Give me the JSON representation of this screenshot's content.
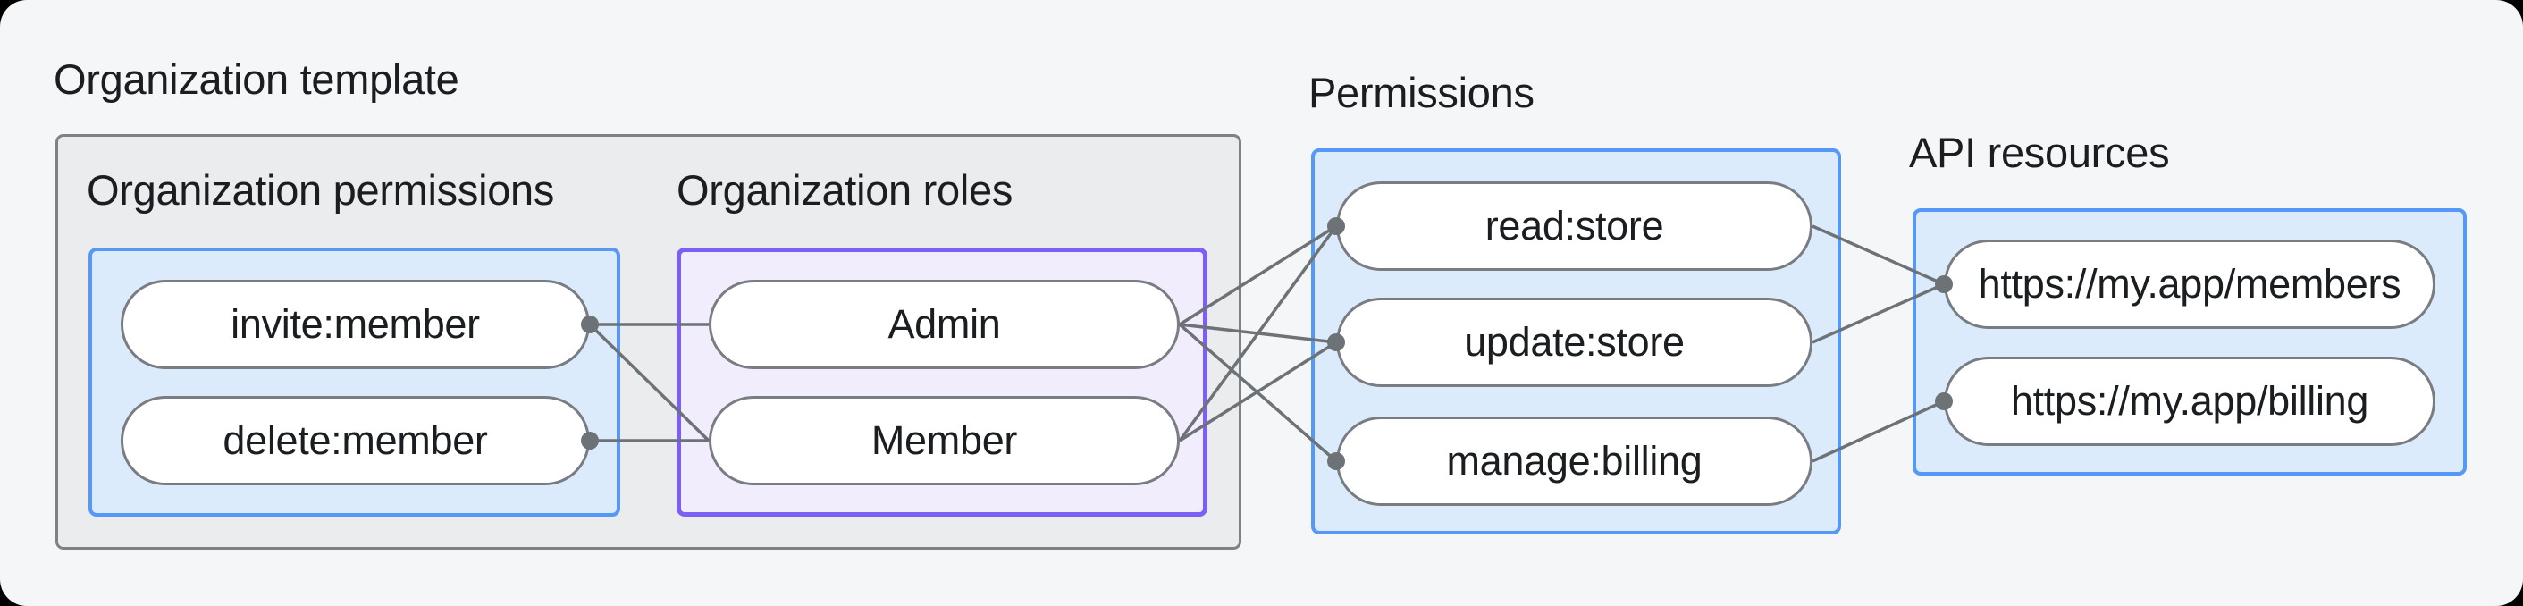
{
  "org_template": {
    "title": "Organization template",
    "permissions_section": {
      "title": "Organization permissions",
      "nodes": [
        {
          "label": "invite:member"
        },
        {
          "label": "delete:member"
        }
      ]
    },
    "roles_section": {
      "title": "Organization roles",
      "nodes": [
        {
          "label": "Admin"
        },
        {
          "label": "Member"
        }
      ]
    }
  },
  "permissions": {
    "title": "Permissions",
    "nodes": [
      {
        "label": "read:store"
      },
      {
        "label": "update:store"
      },
      {
        "label": "manage:billing"
      }
    ]
  },
  "api_resources": {
    "title": "API resources",
    "nodes": [
      {
        "label": "https://my.app/members"
      },
      {
        "label": "https://my.app/billing"
      }
    ]
  },
  "edges": [
    {
      "from": "invite:member",
      "to": "Admin"
    },
    {
      "from": "invite:member",
      "to": "Member"
    },
    {
      "from": "delete:member",
      "to": "Member"
    },
    {
      "from": "Admin",
      "to": "read:store"
    },
    {
      "from": "Admin",
      "to": "update:store"
    },
    {
      "from": "Admin",
      "to": "manage:billing"
    },
    {
      "from": "Member",
      "to": "read:store"
    },
    {
      "from": "Member",
      "to": "update:store"
    },
    {
      "from": "read:store",
      "to": "https://my.app/members"
    },
    {
      "from": "update:store",
      "to": "https://my.app/members"
    },
    {
      "from": "manage:billing",
      "to": "https://my.app/billing"
    }
  ],
  "colors": {
    "page_background": "#f5f6f7",
    "outer_corner": "#000000",
    "group_gray_fill": "#ebeced",
    "group_gray_border": "#7e8286",
    "group_blue_fill": "#dcebfc",
    "group_blue_border": "#5598f8",
    "group_purple_fill": "#f2edfc",
    "group_purple_border": "#7b60f3",
    "node_fill": "#ffffff",
    "node_border": "#797d81",
    "edge": "#6d7276",
    "text": "#1b1e21"
  }
}
